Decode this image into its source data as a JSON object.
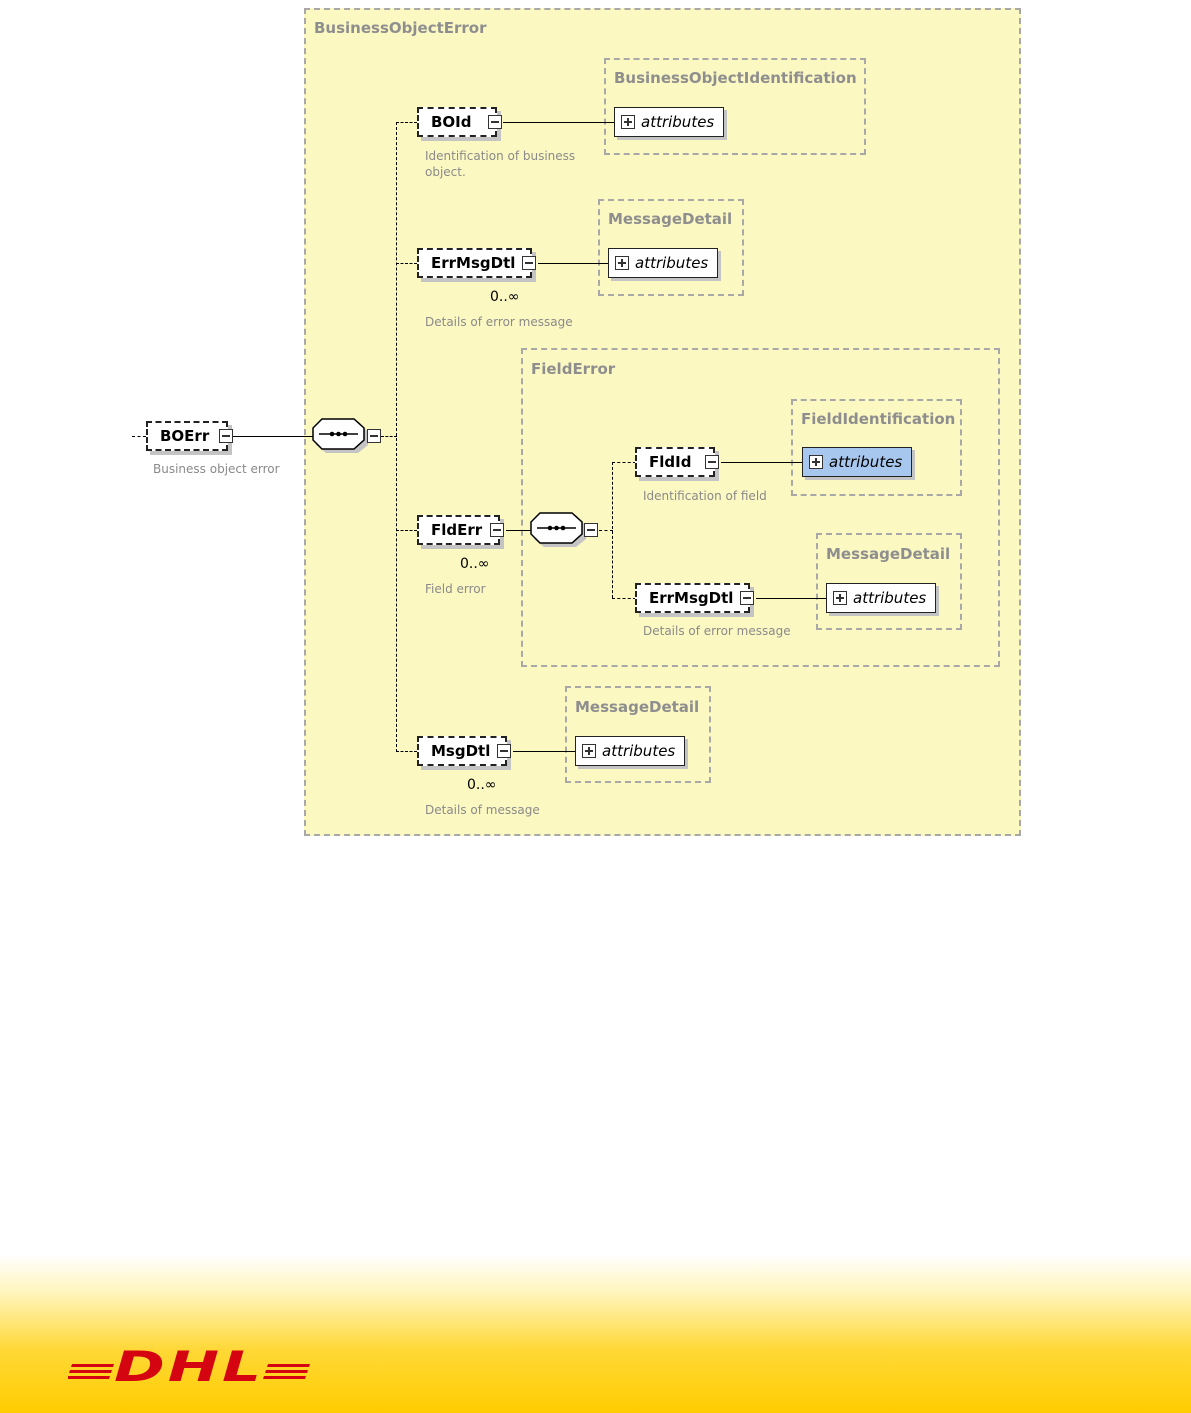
{
  "diagram": {
    "types": {
      "business_object_error": "BusinessObjectError",
      "business_object_identification": "BusinessObjectIdentification",
      "message_detail_1": "MessageDetail",
      "field_error": "FieldError",
      "field_identification": "FieldIdentification",
      "message_detail_2": "MessageDetail",
      "message_detail_3": "MessageDetail"
    },
    "root": {
      "name": "BOErr",
      "description": "Business object error"
    },
    "children": {
      "boid": {
        "name": "BOId",
        "description_line1": "Identification of business",
        "description_line2": "object."
      },
      "errmsgdtl": {
        "name": "ErrMsgDtl",
        "cardinality": "0..∞",
        "description": "Details of error message"
      },
      "flderr": {
        "name": "FldErr",
        "cardinality": "0..∞",
        "description": "Field error"
      },
      "msgdtl": {
        "name": "MsgDtl",
        "cardinality": "0..∞",
        "description": "Details of message"
      }
    },
    "field_error_children": {
      "fldid": {
        "name": "FldId",
        "description": "Identification of field"
      },
      "errmsgdtl": {
        "name": "ErrMsgDtl",
        "description": "Details of error message"
      }
    },
    "attributes_label": "attributes"
  },
  "footer": {
    "logo_text": "DHL",
    "logo_color": "#d40511",
    "band_color": "#ffcc00"
  }
}
